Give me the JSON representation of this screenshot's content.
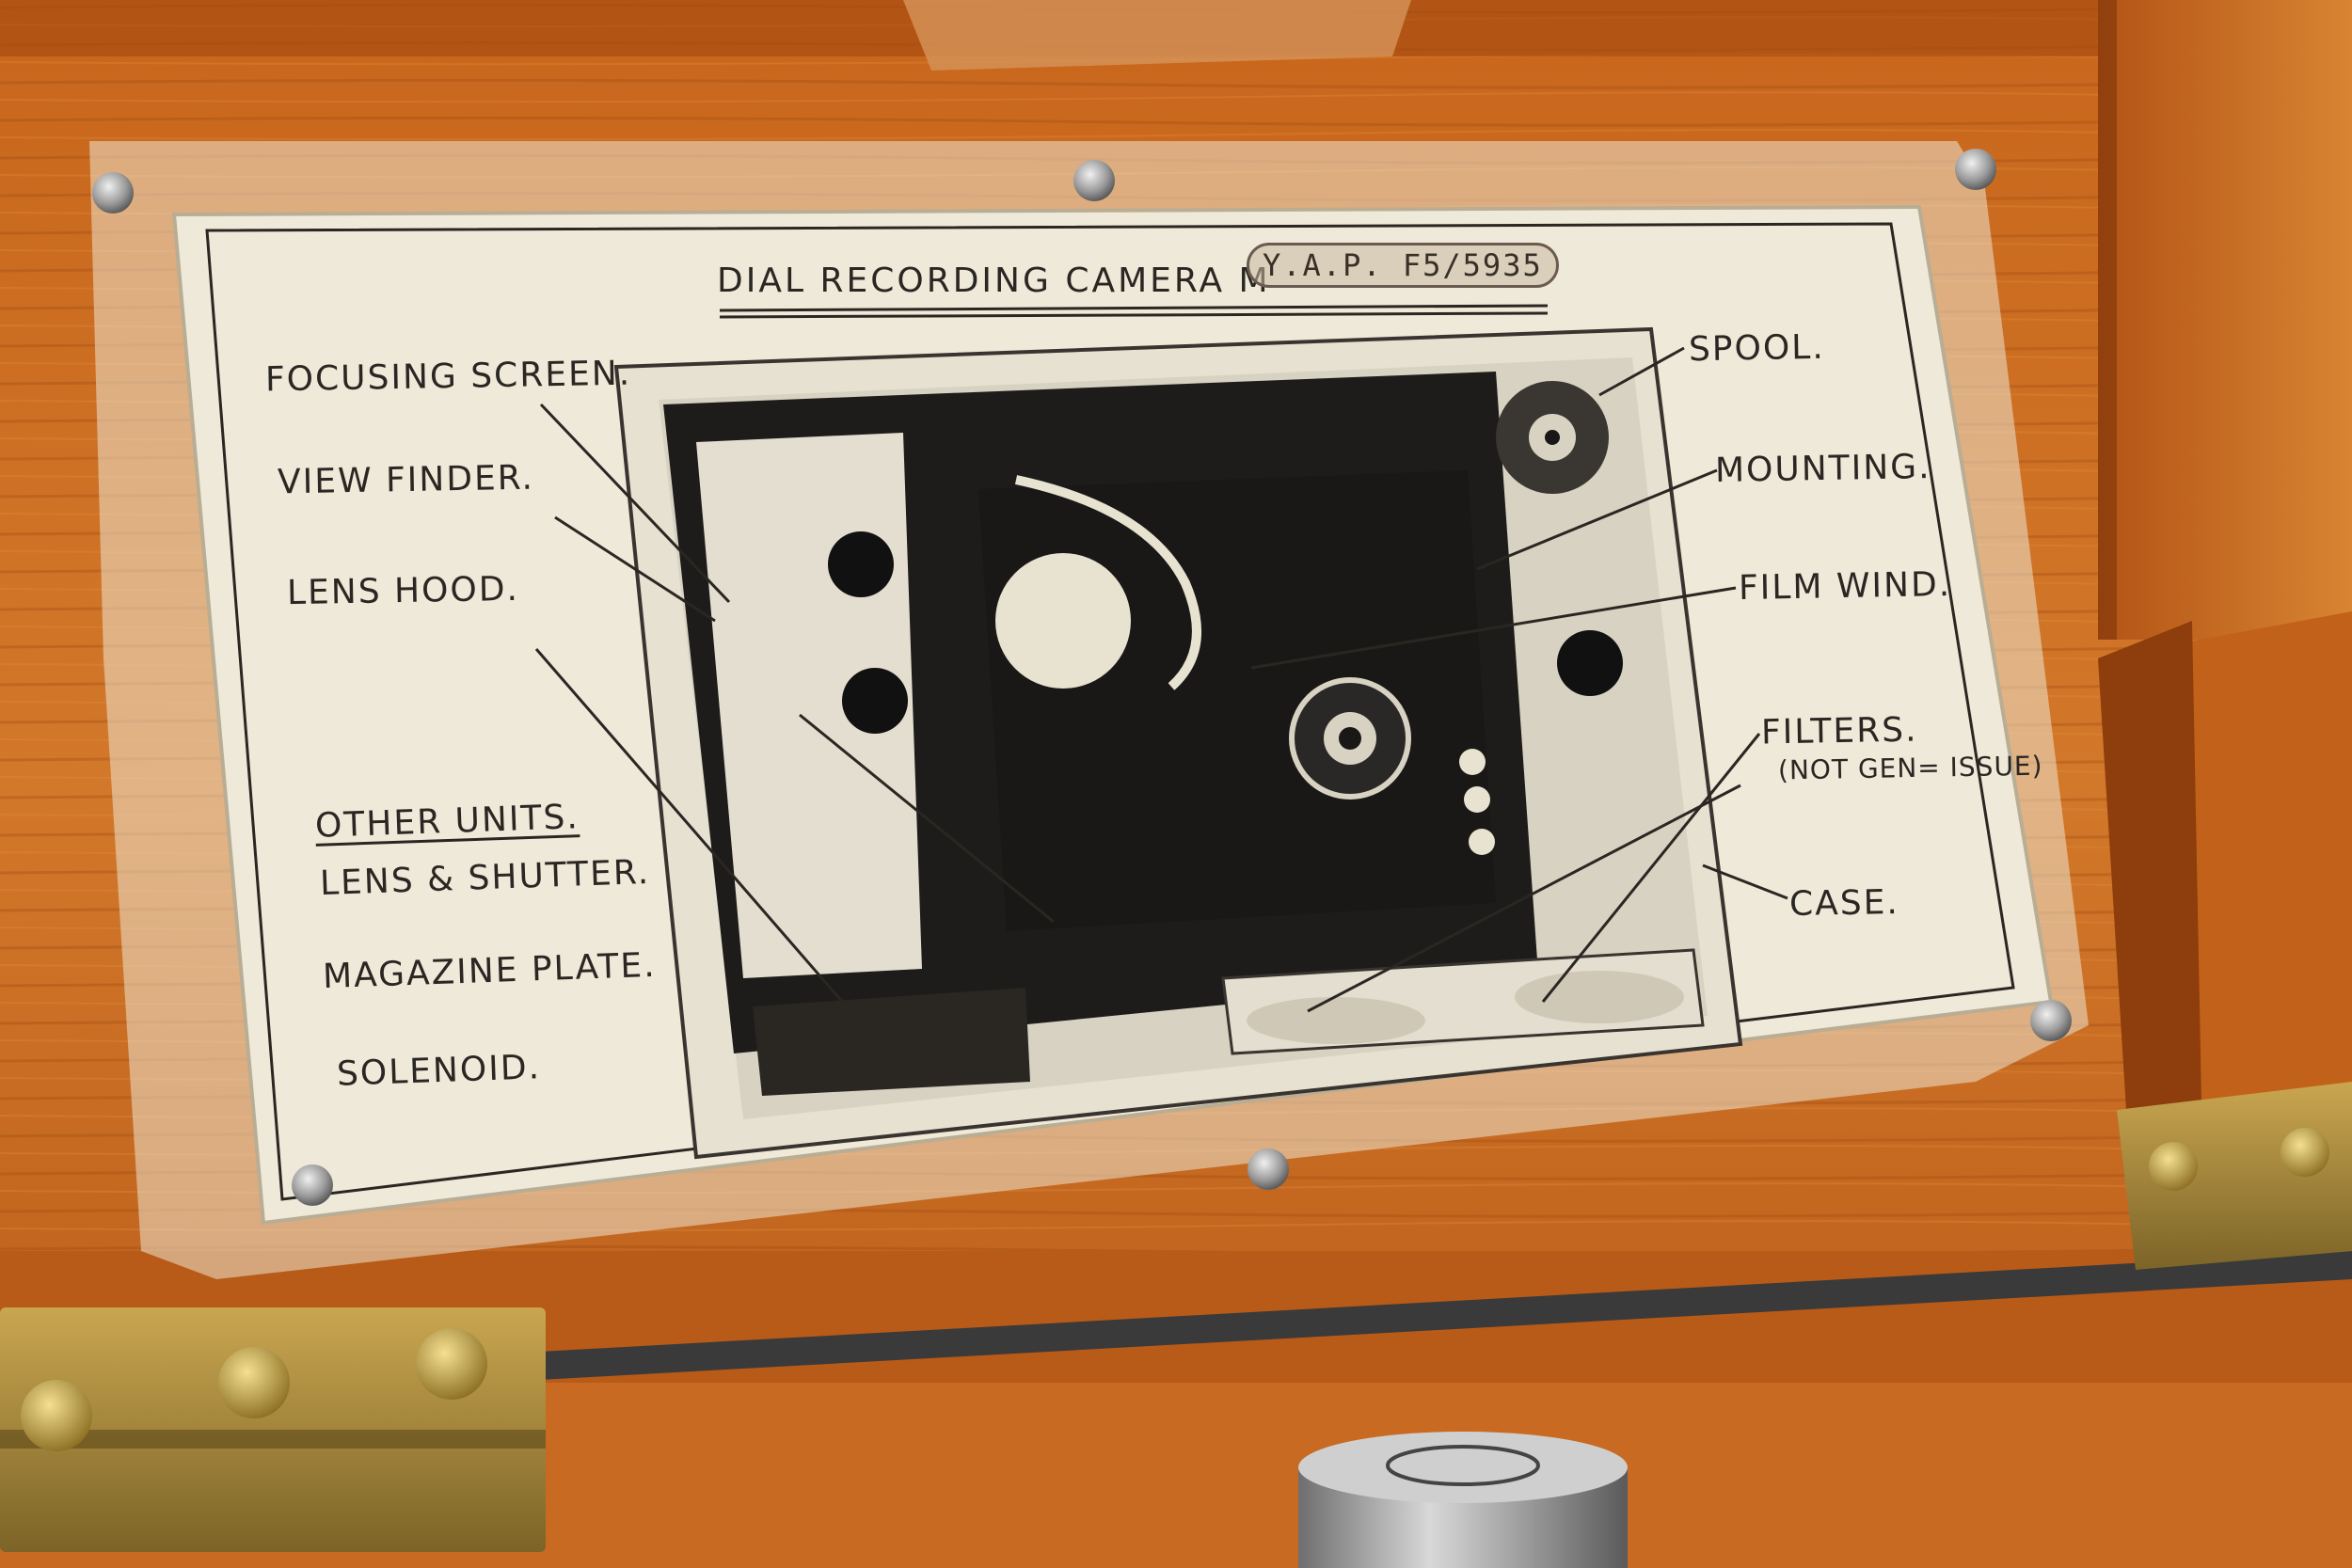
{
  "title": "DIAL RECORDING CAMERA M",
  "stamp": "Y.A.P. F5/5935",
  "left_labels": {
    "focusing_screen": "FOCUSING SCREEN.",
    "view_finder": "VIEW FINDER.",
    "lens_hood": "LENS HOOD."
  },
  "other_units": {
    "heading": "OTHER UNITS.",
    "items": [
      "LENS & SHUTTER.",
      "MAGAZINE PLATE.",
      "SOLENOID."
    ]
  },
  "right_labels": {
    "spool": "SPOOL.",
    "mounting": "MOUNTING.",
    "film_wind": "FILM WIND.",
    "filters": "FILTERS.",
    "filters_note": "(NOT GEN= ISSUE)",
    "case": "CASE."
  },
  "colors": {
    "wood": "#c2621a",
    "wood_dark": "#8a3d0e",
    "plate": "#efe9da",
    "ink": "#2a2622",
    "brass": "#b08a38",
    "metal": "#a8a8a8"
  }
}
